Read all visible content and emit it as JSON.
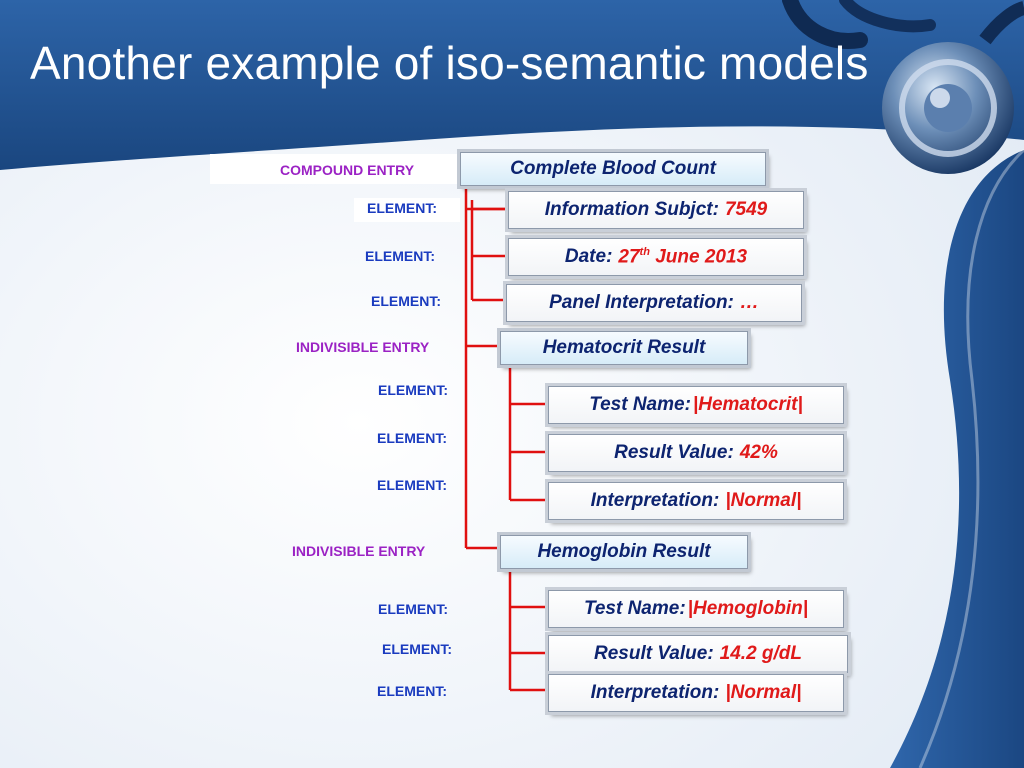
{
  "title": "Another example of iso-semantic models",
  "labels": {
    "compound": "COMPOUND ENTRY",
    "indivisible": "INDIVISIBLE ENTRY",
    "element": "ELEMENT:"
  },
  "compound_entry": {
    "label": "Complete Blood Count",
    "elements": [
      {
        "name": "Information Subjct:",
        "value": "7549"
      },
      {
        "name": "Date:",
        "value_prefix": "27",
        "value_sup": "th",
        "value_suffix": " June 2013"
      },
      {
        "name": "Panel Interpretation:",
        "value": "…"
      }
    ]
  },
  "indivisible_entries": [
    {
      "label": "Hematocrit Result",
      "elements": [
        {
          "name": "Test Name:",
          "value": "|Hematocrit|"
        },
        {
          "name": "Result Value:",
          "value": "42%"
        },
        {
          "name": "Interpretation:",
          "value": "|Normal|"
        }
      ]
    },
    {
      "label": "Hemoglobin Result",
      "elements": [
        {
          "name": "Test Name:",
          "value": "|Hemoglobin|"
        },
        {
          "name": "Result Value:",
          "value": "14.2 g/dL"
        },
        {
          "name": "Interpretation:",
          "value": "|Normal|"
        }
      ]
    }
  ],
  "colors": {
    "header_blue": "#1f4f8f",
    "connector_red": "#e01010",
    "label_purple": "#9b22c4",
    "label_blue": "#1a3bbf",
    "value_red": "#e01a1a",
    "box_text": "#0d2470"
  },
  "decoration": "stethoscope-image"
}
